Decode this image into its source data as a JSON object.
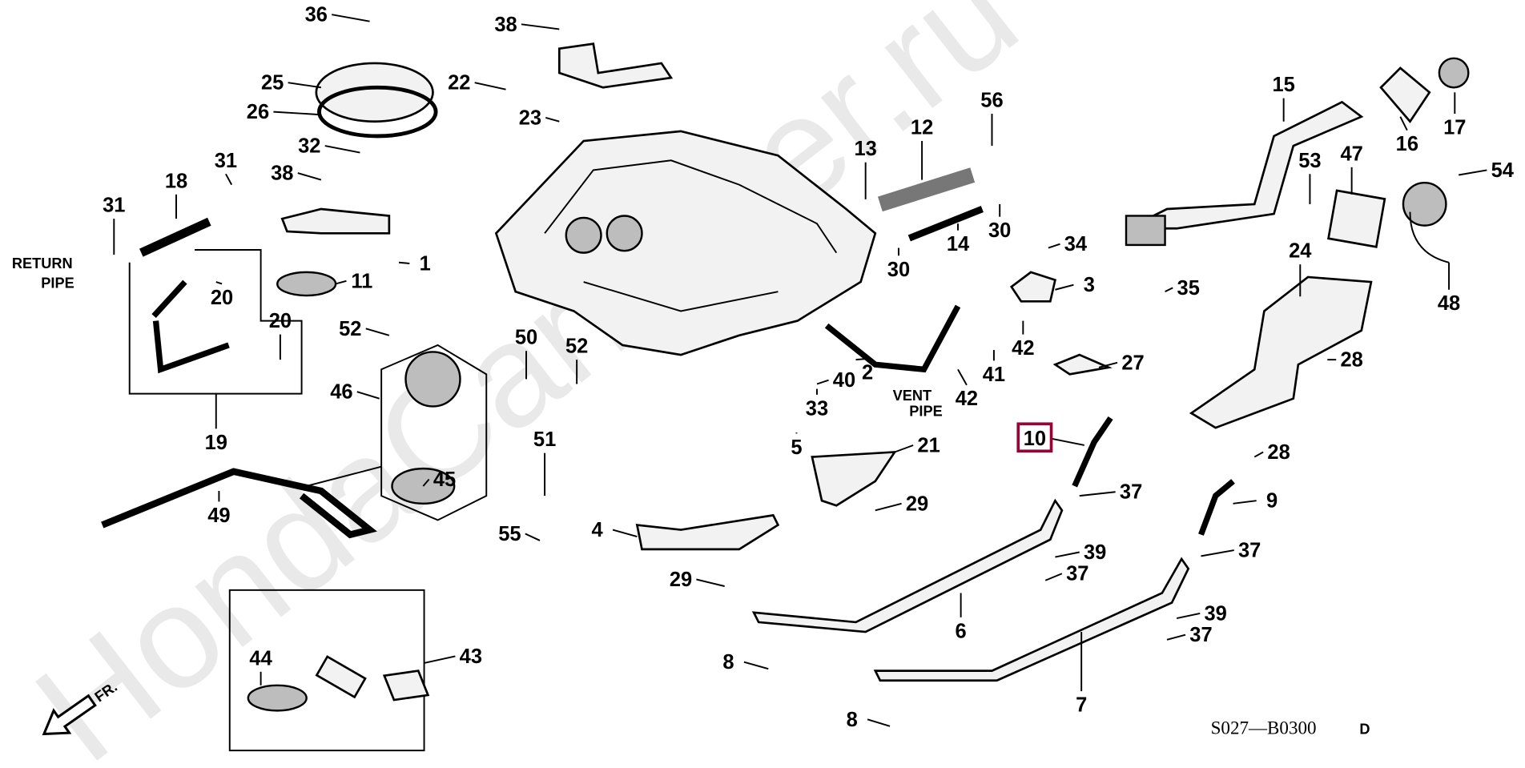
{
  "diagram": {
    "watermark": "HondaCarMiner.ru",
    "drawing_code": "S027—B0300",
    "revision": "D",
    "direction_label": "FR.",
    "notes": {
      "return_pipe": [
        "RETURN",
        "PIPE"
      ],
      "vent_pipe": [
        "VENT",
        "PIPE"
      ]
    },
    "highlighted_part": "10",
    "highlight_color": "#9b0036",
    "callouts": [
      "36",
      "38",
      "25",
      "22",
      "26",
      "23",
      "32",
      "38",
      "31",
      "18",
      "31",
      "13",
      "12",
      "56",
      "15",
      "16",
      "17",
      "53",
      "47",
      "54",
      "1",
      "11",
      "20",
      "20",
      "30",
      "14",
      "30",
      "34",
      "3",
      "35",
      "24",
      "48",
      "52",
      "50",
      "52",
      "2",
      "40",
      "42",
      "41",
      "27",
      "28",
      "42",
      "46",
      "33",
      "19",
      "5",
      "21",
      "10",
      "28",
      "51",
      "37",
      "9",
      "49",
      "45",
      "29",
      "4",
      "55",
      "39",
      "37",
      "37",
      "29",
      "39",
      "6",
      "37",
      "43",
      "44",
      "8",
      "7",
      "8"
    ]
  }
}
